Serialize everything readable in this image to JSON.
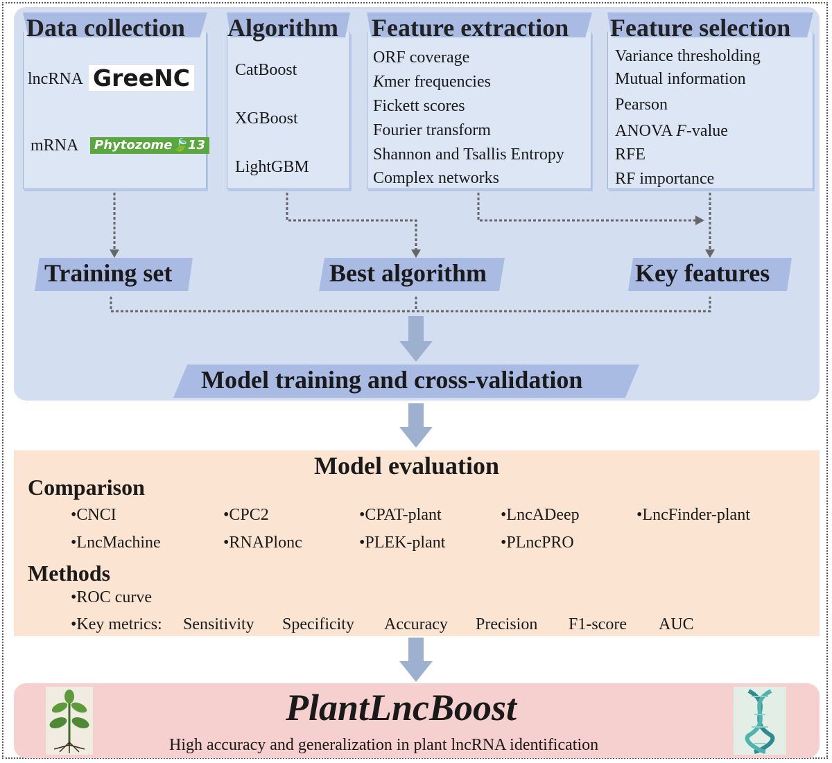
{
  "top": {
    "columns": [
      {
        "title": "Data collection",
        "items": [
          {
            "label": "lncRNA",
            "logo": "GreeNC"
          },
          {
            "label": "mRNA",
            "logo": "Phytozome",
            "logo_suffix": "13"
          }
        ]
      },
      {
        "title": "Algorithm",
        "items": [
          "CatBoost",
          "XGBoost",
          "LightGBM"
        ]
      },
      {
        "title": "Feature extraction",
        "items": [
          "ORF coverage",
          "K",
          "mer frequencies",
          "Fickett scores",
          "Fourier transform",
          "Shannon and Tsallis Entropy",
          "Complex networks"
        ]
      },
      {
        "title": "Feature selection",
        "items": [
          "Variance thresholding",
          "Mutual information",
          "Pearson",
          "ANOVA ",
          "F",
          "-value",
          "RFE",
          "RF importance"
        ]
      }
    ],
    "stages": [
      "Training set",
      "Best algorithm",
      "Key features"
    ],
    "training_label": "Model training and cross-validation"
  },
  "evaluation": {
    "title": "Model evaluation",
    "comparison_heading": "Comparison",
    "tools_row1": [
      "•CNCI",
      "•CPC2",
      "•CPAT-plant",
      "•LncADeep",
      "•LncFinder-plant"
    ],
    "tools_row2": [
      "•LncMachine",
      "•RNAPlonc",
      "•PLEK-plant",
      "•PLncPRO"
    ],
    "methods_heading": "Methods",
    "roc": "•ROC curve",
    "metrics_label": "•Key metrics:",
    "metrics": [
      "Sensitivity",
      "Specificity",
      "Accuracy",
      "Precision",
      "F1-score",
      "AUC"
    ]
  },
  "result": {
    "name": "PlantLncBoost",
    "subtitle": "High accuracy and generalization in plant lncRNA identification",
    "left_icon": "plant-sprout-icon",
    "right_icon": "dna-helix-icon"
  },
  "colors": {
    "top_bg": "#d3def0",
    "header_band": "#a9bbe3",
    "eval_bg": "#fbe5d2",
    "final_bg": "#f6cfcf",
    "arrow": "#9eb0cf",
    "dotted_line": "#666666"
  }
}
